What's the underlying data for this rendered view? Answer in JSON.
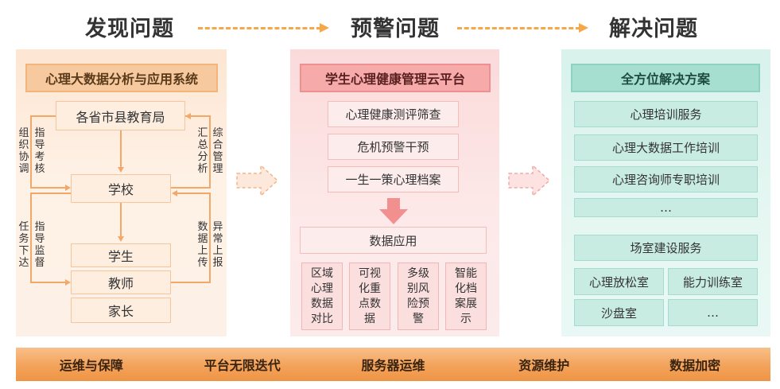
{
  "stages": {
    "discover": "发现问题",
    "warn": "预警问题",
    "solve": "解决问题"
  },
  "left": {
    "header": "心理大数据分析与应用系统",
    "bureau": "各省市县教育局",
    "school": "学校",
    "student": "学生",
    "teacher": "教师",
    "parent": "家长",
    "label_coordinate": [
      "组",
      "织",
      "协",
      "调"
    ],
    "label_guide_assess": [
      "指",
      "导",
      "考",
      "核"
    ],
    "label_summary": [
      "汇",
      "总",
      "分",
      "析"
    ],
    "label_manage": [
      "综",
      "合",
      "管",
      "理"
    ],
    "label_task": [
      "任",
      "务",
      "下",
      "达"
    ],
    "label_guide_supervise": [
      "指",
      "导",
      "监",
      "督"
    ],
    "label_data_upload": [
      "数",
      "据",
      "上",
      "传"
    ],
    "label_exception": [
      "异",
      "常",
      "上",
      "报"
    ]
  },
  "mid": {
    "header": "学生心理健康管理云平台",
    "items": [
      "心理健康测评筛查",
      "危机预警干预",
      "一生一策心理档案"
    ],
    "data_app": "数据应用",
    "sub_items": [
      [
        "区域",
        "心理",
        "数据",
        "对比"
      ],
      [
        "可视",
        "化重",
        "点数",
        "据"
      ],
      [
        "多级",
        "别风",
        "险预",
        "警"
      ],
      [
        "智能",
        "化档",
        "案展",
        "示"
      ]
    ]
  },
  "right": {
    "header": "全方位解决方案",
    "training": "心理培训服务",
    "training_items": [
      "心理大数据工作培训",
      "心理咨询师专职培训",
      "…"
    ],
    "room": "场室建设服务",
    "room_items": [
      "心理放松室",
      "能力训练室",
      "沙盘室",
      "…"
    ]
  },
  "bottom": [
    "运维与保障",
    "平台无限迭代",
    "服务器运维",
    "资源维护",
    "数据加密"
  ],
  "colors": {
    "orange": "#f3a869",
    "pink": "#f6aaaa",
    "green": "#a6dfd0",
    "bar": "#f3a25a"
  }
}
